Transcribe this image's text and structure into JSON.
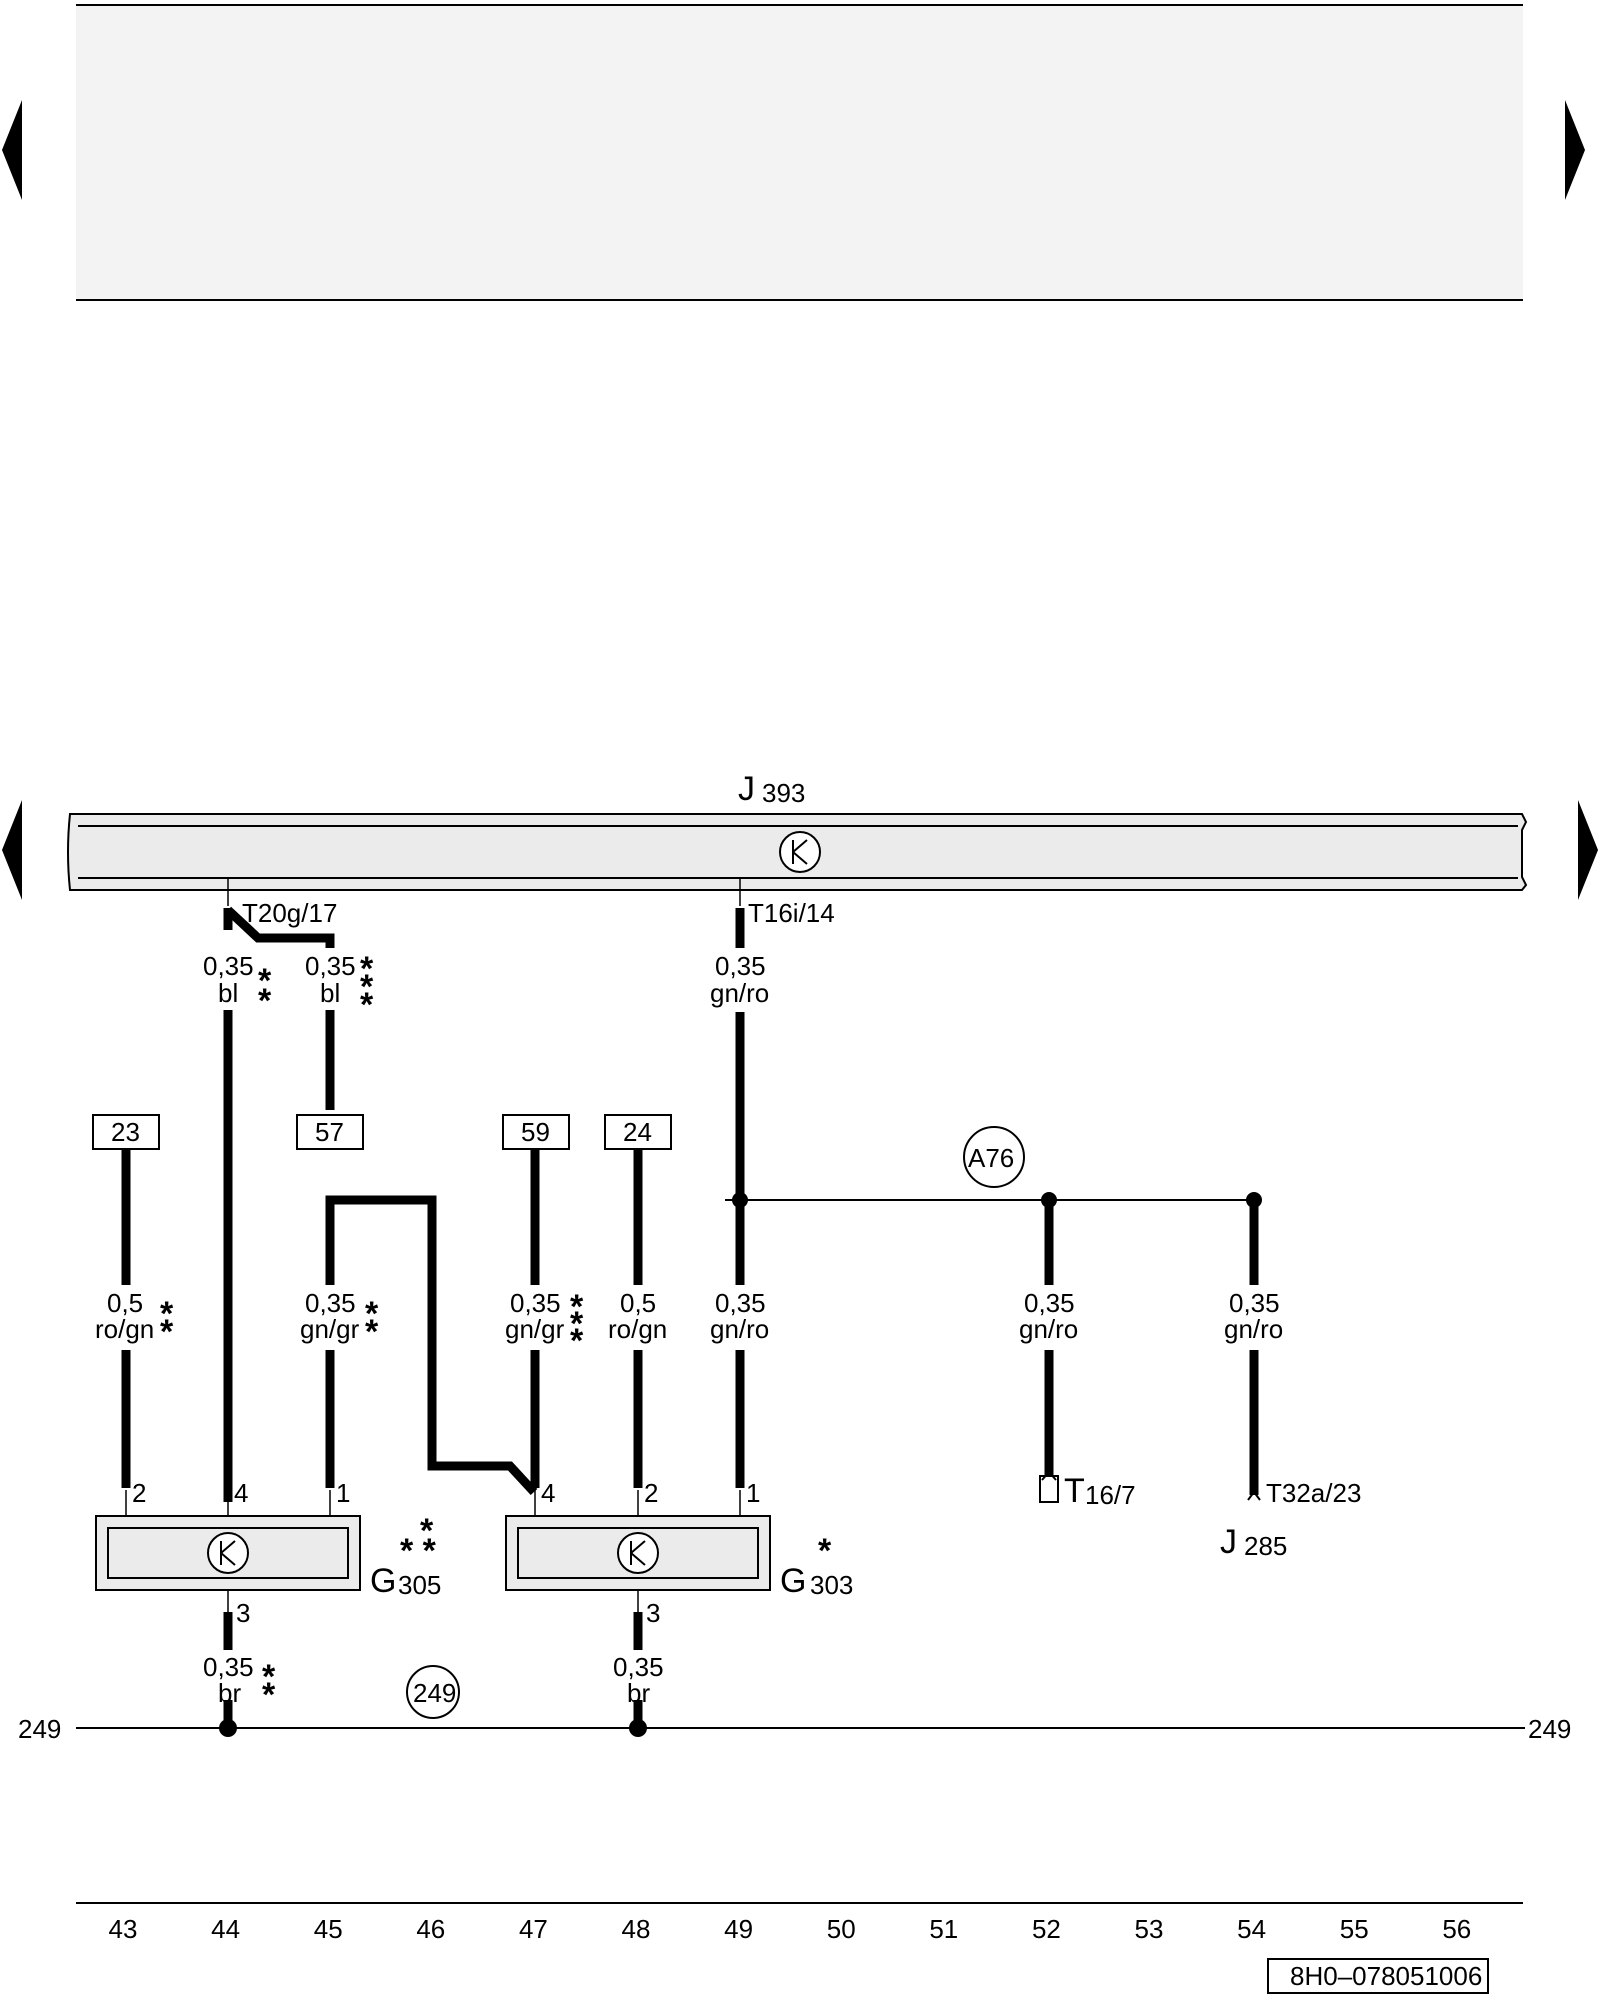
{
  "components": {
    "j393": {
      "letter": "J",
      "number": "393"
    },
    "j285": {
      "letter": "J",
      "number": "285"
    },
    "g305": {
      "letter": "G",
      "number": "305",
      "stars": "* *\n *"
    },
    "g303": {
      "letter": "G",
      "number": "303",
      "stars": "*"
    }
  },
  "connectors": {
    "t20g": "T20g/17",
    "t16i": "T16i/14",
    "t16": "T16/7",
    "t32a": "T32a/23"
  },
  "wires": [
    {
      "id": "w44top",
      "size": "0,35",
      "color": "bl",
      "stars": 2
    },
    {
      "id": "w45top",
      "size": "0,35",
      "color": "bl",
      "stars": 3
    },
    {
      "id": "w49top",
      "size": "0,35",
      "color": "gn/ro",
      "stars": 0
    },
    {
      "id": "w43",
      "size": "0,5",
      "color": "ro/gn",
      "stars": 2
    },
    {
      "id": "w45",
      "size": "0,35",
      "color": "gn/gr",
      "stars": 2
    },
    {
      "id": "w47",
      "size": "0,35",
      "color": "gn/gr",
      "stars": 3
    },
    {
      "id": "w48",
      "size": "0,5",
      "color": "ro/gn",
      "stars": 0
    },
    {
      "id": "w49",
      "size": "0,35",
      "color": "gn/ro",
      "stars": 0
    },
    {
      "id": "w52",
      "size": "0,35",
      "color": "gn/ro",
      "stars": 0
    },
    {
      "id": "w54",
      "size": "0,35",
      "color": "gn/ro",
      "stars": 0
    },
    {
      "id": "w44bot",
      "size": "0,35",
      "color": "br",
      "stars": 2
    },
    {
      "id": "w48bot",
      "size": "0,35",
      "color": "br",
      "stars": 0
    }
  ],
  "references": [
    "23",
    "57",
    "59",
    "24"
  ],
  "pins": {
    "g305": [
      "2",
      "4",
      "1",
      "3"
    ],
    "g303": [
      "4",
      "2",
      "1",
      "3"
    ]
  },
  "splice": "A76",
  "ground": {
    "label": "249",
    "left": "249",
    "right": "249"
  },
  "columns": [
    "43",
    "44",
    "45",
    "46",
    "47",
    "48",
    "49",
    "50",
    "51",
    "52",
    "53",
    "54",
    "55",
    "56"
  ],
  "doc_number": "8H0–078051006"
}
